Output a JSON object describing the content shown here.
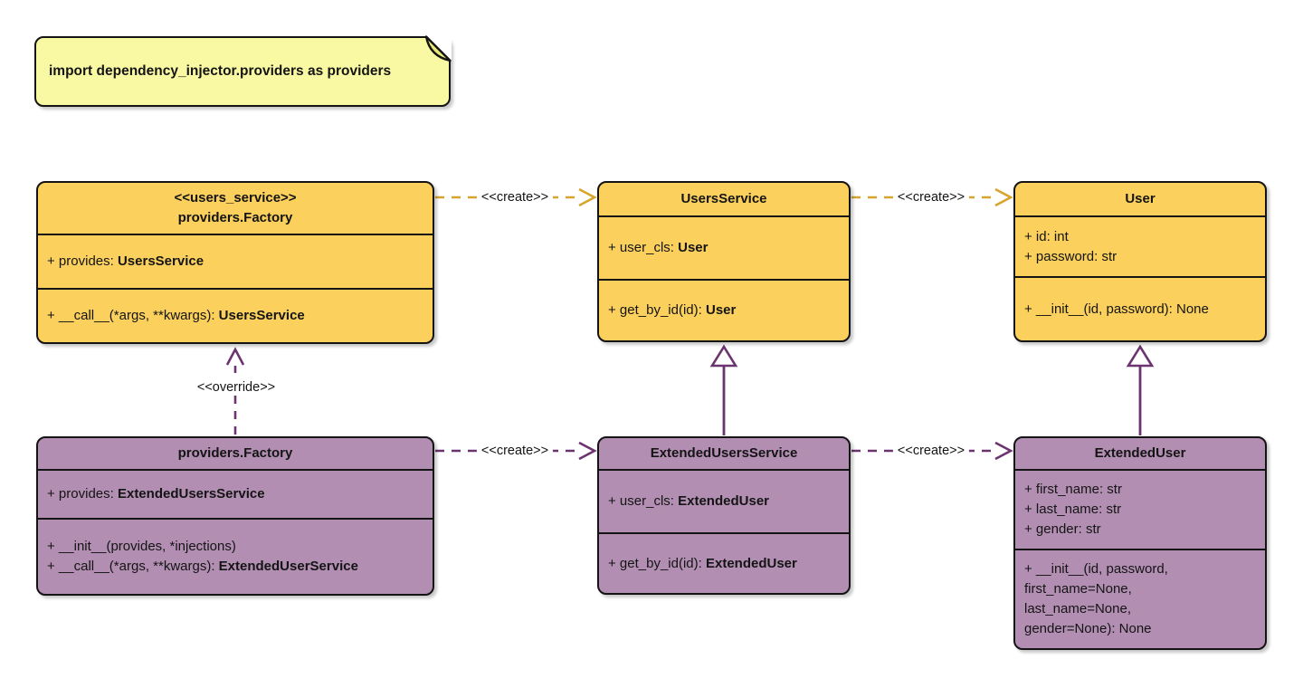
{
  "note": {
    "text": "import dependency_injector.providers as providers"
  },
  "colors": {
    "class_yellow_fill": "#FBD05C",
    "class_purple_fill": "#B28FB2",
    "note_fill": "#FAF9A3",
    "note_fold": "#E8E87A",
    "border_black": "#141414",
    "arrow_gold": "#D7A42C",
    "arrow_purple": "#6C3370"
  },
  "classes": [
    {
      "id": "users-service-factory",
      "stereotype": "<<users_service>>",
      "title": "providers.Factory",
      "attrs": [
        {
          "text": "+ provides: ",
          "bold": "UsersService"
        }
      ],
      "methods": [
        {
          "text": "+ __call__(*args, **kwargs): ",
          "bold": "UsersService"
        }
      ]
    },
    {
      "id": "users-service",
      "title": "UsersService",
      "attrs": [
        {
          "text": "+ user_cls: ",
          "bold": "User"
        }
      ],
      "methods": [
        {
          "text": "+ get_by_id(id): ",
          "bold": "User"
        }
      ]
    },
    {
      "id": "user",
      "title": "User",
      "attrs": [
        {
          "text": "+ id: int"
        },
        {
          "text": "+ password: str"
        }
      ],
      "methods": [
        {
          "text": "+ __init__(id, password): None"
        }
      ]
    },
    {
      "id": "extended-factory",
      "title": "providers.Factory",
      "attrs": [
        {
          "text": "+ provides: ",
          "bold": "ExtendedUsersService"
        }
      ],
      "methods": [
        {
          "text": "+ __init__(provides, *injections)"
        },
        {
          "text": "+ __call__(*args, **kwargs): ",
          "bold": "ExtendedUserService"
        }
      ]
    },
    {
      "id": "extended-users-service",
      "title": "ExtendedUsersService",
      "attrs": [
        {
          "text": "+ user_cls: ",
          "bold": "ExtendedUser"
        }
      ],
      "methods": [
        {
          "text": "+ get_by_id(id): ",
          "bold": "ExtendedUser"
        }
      ]
    },
    {
      "id": "extended-user",
      "title": "ExtendedUser",
      "attrs": [
        {
          "text": "+ first_name: str"
        },
        {
          "text": "+ last_name: str"
        },
        {
          "text": "+ gender: str"
        }
      ],
      "methods": [
        {
          "text": "+ __init__(id, password,"
        },
        {
          "text": "first_name=None,"
        },
        {
          "text": "last_name=None,"
        },
        {
          "text": "gender=None): None"
        }
      ]
    }
  ],
  "edges": [
    {
      "label": "<<create>>",
      "type": "create",
      "from": "providers.Factory <<users_service>>",
      "to": "UsersService"
    },
    {
      "label": "<<create>>",
      "type": "create",
      "from": "UsersService",
      "to": "User"
    },
    {
      "label": "<<override>>",
      "type": "override",
      "from": "providers.Factory",
      "to": "providers.Factory <<users_service>>"
    },
    {
      "label": "<<create>>",
      "type": "create",
      "from": "providers.Factory",
      "to": "ExtendedUsersService"
    },
    {
      "label": "<<create>>",
      "type": "create",
      "from": "ExtendedUsersService",
      "to": "ExtendedUser"
    },
    {
      "label": "",
      "type": "inheritance",
      "from": "ExtendedUsersService",
      "to": "UsersService"
    },
    {
      "label": "",
      "type": "inheritance",
      "from": "ExtendedUser",
      "to": "User"
    }
  ]
}
